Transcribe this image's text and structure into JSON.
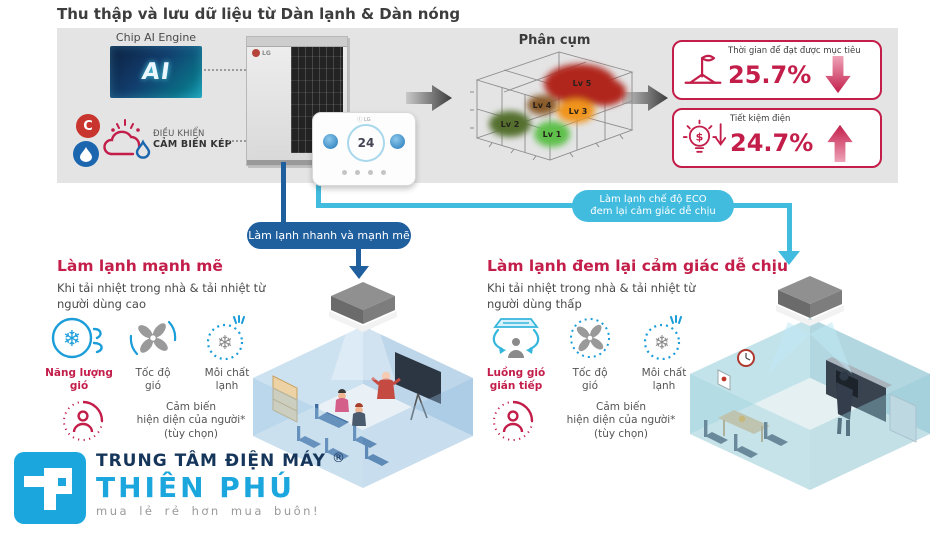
{
  "page": {
    "title": "Thu thập và lưu dữ liệu từ Dàn lạnh & Dàn nóng"
  },
  "banner": {
    "chip": {
      "label": "Chip AI Engine",
      "chip_text": "AI"
    },
    "dual_sensor": {
      "line1": "ĐIỀU KHIỂN",
      "line2": "CẢM BIẾN KÉP",
      "temp_icon_text": "C"
    },
    "remote": {
      "display_value": "24"
    },
    "cluster_title": "Phân cụm",
    "stats": [
      {
        "label": "Thời gian để đạt được mục tiêu",
        "value": "25.7%",
        "trend": "down",
        "icon": "goal-flag-icon"
      },
      {
        "label": "Tiết kiệm điện",
        "value": "24.7%",
        "trend": "up",
        "icon": "bulb-dollar-icon"
      }
    ]
  },
  "chart_data": {
    "type": "scatter",
    "projection": "3d",
    "title": "Phân cụm",
    "grid": true,
    "legend_position": "none",
    "clusters": [
      {
        "name": "Lv 1",
        "color": "#5fc04c"
      },
      {
        "name": "Lv 2",
        "color": "#55702e"
      },
      {
        "name": "Lv 3",
        "color": "#f0941f"
      },
      {
        "name": "Lv 4",
        "color": "#8a5b2a"
      },
      {
        "name": "Lv 5",
        "color": "#b1271a"
      }
    ]
  },
  "flow": {
    "pill_fast": "Làm lạnh nhanh và mạnh mẽ",
    "pill_eco_line1": "Làm lạnh chế độ ECO",
    "pill_eco_line2": "đem lại cảm giác dễ chịu"
  },
  "sections": {
    "left": {
      "heading": "Làm lạnh mạnh mẽ",
      "body_line1": "Khi tải nhiệt trong nhà & tải nhiệt từ",
      "body_line2": "người dùng cao",
      "features": [
        {
          "label_line1": "Năng lượng",
          "label_line2": "gió",
          "icon": "wind-energy-icon"
        },
        {
          "label_line1": "Tốc độ",
          "label_line2": "gió",
          "icon": "fan-speed-icon"
        },
        {
          "label_line1": "Môi chất",
          "label_line2": "lạnh",
          "icon": "refrigerant-icon"
        }
      ],
      "sensor_line1": "Cảm biến",
      "sensor_line2": "hiện diện của người*",
      "sensor_line3": "(tùy chọn)"
    },
    "right": {
      "heading": "Làm lạnh đem lại cảm giác dễ chịu",
      "body_line1": "Khi tải nhiệt trong nhà & tải nhiệt từ",
      "body_line2": "người dùng thấp",
      "features": [
        {
          "label_line1": "Luồng gió",
          "label_line2": "gián tiếp",
          "icon": "indirect-airflow-icon"
        },
        {
          "label_line1": "Tốc độ",
          "label_line2": "gió",
          "icon": "fan-speed-icon"
        },
        {
          "label_line1": "Môi chất",
          "label_line2": "lạnh",
          "icon": "refrigerant-icon"
        }
      ],
      "sensor_line1": "Cảm biến",
      "sensor_line2": "hiện diện của người*",
      "sensor_line3": "(tùy chọn)"
    }
  },
  "footer": {
    "brand_line1": "TRUNG TÂM ĐIỆN MÁY",
    "registered": "®",
    "brand_line2": "THIÊN PHÚ",
    "tagline": "mua lẻ rẻ hơn mua buôn!"
  },
  "colors": {
    "crimson": "#c31e4a",
    "dark_blue": "#1f5f9e",
    "cyan": "#41bcdf",
    "icon_blue": "#1a9dd9",
    "banner_bg": "#e4e4e5",
    "logo_cyan": "#1ba7dd",
    "navy": "#16355a"
  }
}
